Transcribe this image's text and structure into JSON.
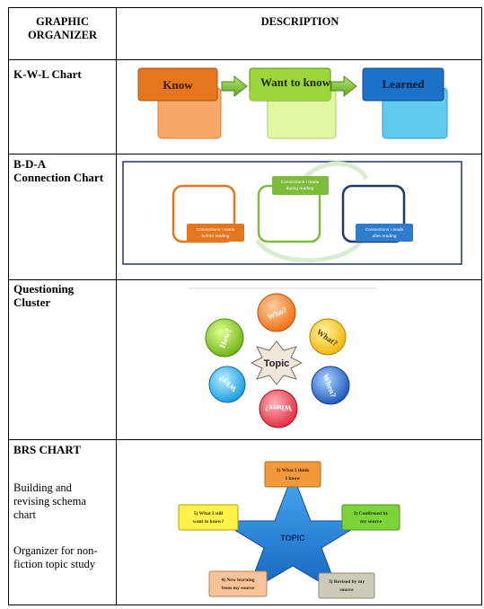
{
  "header": {
    "col1_line1": "GRAPHIC",
    "col1_line2": "ORGANIZER",
    "col2": "DESCRIPTION"
  },
  "kwl": {
    "label": "K-W-L Chart",
    "steps": [
      "Know",
      "Want to know",
      "Learned"
    ]
  },
  "bda": {
    "label_line1": "B-D-A",
    "label_line2": "Connection Chart",
    "before": [
      "Connections I made",
      "before reading"
    ],
    "during": [
      "Connections I made",
      "during reading"
    ],
    "after": [
      "Connections I made",
      "after reading"
    ]
  },
  "questioning": {
    "label_line1": "Questioning",
    "label_line2": "Cluster",
    "center": "Topic",
    "bubbles": [
      "Who?",
      "What?",
      "When?",
      "Where?",
      "Why?",
      "How?"
    ]
  },
  "brs": {
    "title": "BRS CHART",
    "desc1_line1": "Building and",
    "desc1_line2": "revising schema",
    "desc1_line3": "chart",
    "desc2_line1": "Organizer for non-",
    "desc2_line2": "fiction topic study",
    "center": "TOPIC",
    "box1": [
      "1) What I think",
      "I know"
    ],
    "box2": [
      "2) Confirmed by",
      "my source"
    ],
    "box3": [
      "3) Revised by my",
      "source"
    ],
    "box4": [
      "4) New learning",
      "from my source"
    ],
    "box5": [
      "5) What I still",
      "want to know?"
    ]
  }
}
